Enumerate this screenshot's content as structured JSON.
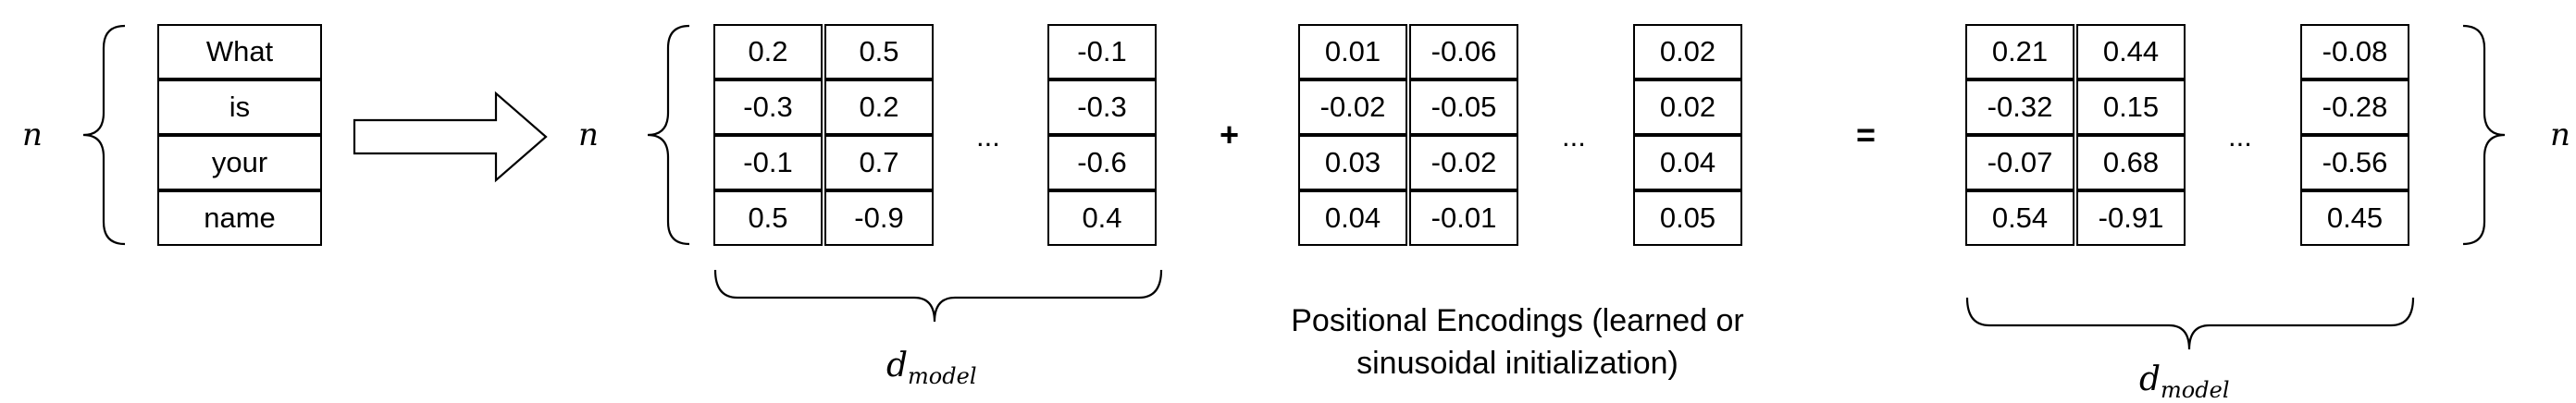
{
  "input_tokens": [
    "What",
    "is",
    "your",
    "name"
  ],
  "row_count_label": "n",
  "embeddings": {
    "col1": [
      "0.2",
      "-0.3",
      "-0.1",
      "0.5"
    ],
    "col2": [
      "0.5",
      "0.2",
      "0.7",
      "-0.9"
    ],
    "last": [
      "-0.1",
      "-0.3",
      "-0.6",
      "0.4"
    ]
  },
  "positional": {
    "col1": [
      "0.01",
      "-0.02",
      "0.03",
      "0.04"
    ],
    "col2": [
      "-0.06",
      "-0.05",
      "-0.02",
      "-0.01"
    ],
    "last": [
      "0.02",
      "0.02",
      "0.04",
      "0.05"
    ]
  },
  "result": {
    "col1": [
      "0.21",
      "-0.32",
      "-0.07",
      "0.54"
    ],
    "col2": [
      "0.44",
      "0.15",
      "0.68",
      "-0.91"
    ],
    "last": [
      "-0.08",
      "-0.28",
      "-0.56",
      "0.45"
    ]
  },
  "ellipsis": "...",
  "plus_sign": "+",
  "equals_sign": "=",
  "dimension_label": {
    "base": "d",
    "subscript": "model"
  },
  "positional_caption": {
    "line1": "Positional Encodings (learned or",
    "line2": "sinusoidal initialization)"
  }
}
